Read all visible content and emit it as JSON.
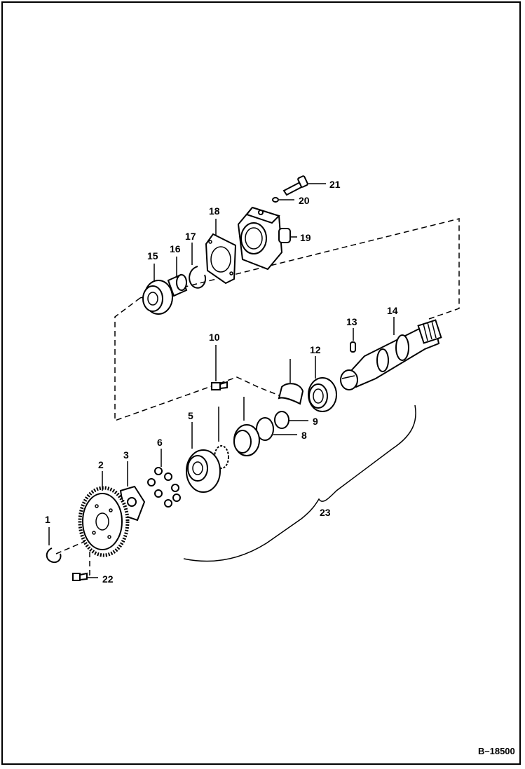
{
  "diagram": {
    "reference_code": "B–18500",
    "callouts": {
      "c1": "1",
      "c2": "2",
      "c3": "3",
      "c5": "5",
      "c6": "6",
      "c8": "8",
      "c9": "9",
      "c10": "10",
      "c12": "12",
      "c13": "13",
      "c14": "14",
      "c15": "15",
      "c16": "16",
      "c17": "17",
      "c18": "18",
      "c19": "19",
      "c20": "20",
      "c21": "21",
      "c22": "22",
      "c23": "23"
    }
  }
}
